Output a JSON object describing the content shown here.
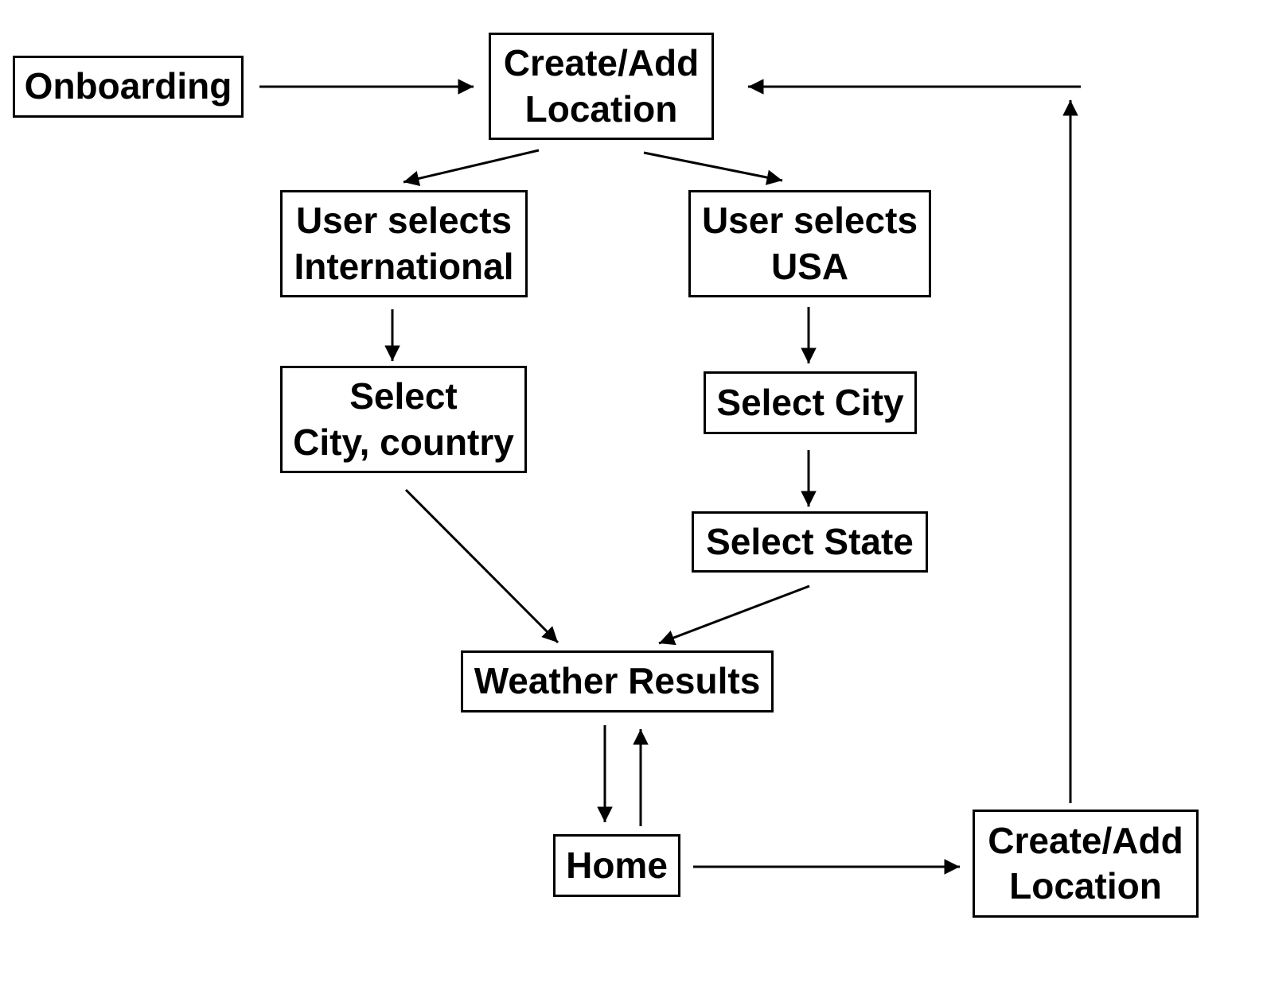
{
  "diagram": {
    "type": "flowchart",
    "line_color": "#000000",
    "nodes": {
      "onboarding": "Onboarding",
      "create_add_location_top": "Create/Add\nLocation",
      "user_selects_international": "User selects\nInternational",
      "user_selects_usa": "User selects\nUSA",
      "select_city_country": "Select\nCity, country",
      "select_city": "Select City",
      "select_state": "Select State",
      "weather_results": "Weather Results",
      "home": "Home",
      "create_add_location_bottom": "Create/Add\nLocation"
    },
    "edges": [
      {
        "from": "Onboarding",
        "to": "Create/Add Location"
      },
      {
        "from": "Create/Add Location",
        "to": "User selects International"
      },
      {
        "from": "Create/Add Location",
        "to": "User selects USA"
      },
      {
        "from": "User selects International",
        "to": "Select City, country"
      },
      {
        "from": "User selects USA",
        "to": "Select City"
      },
      {
        "from": "Select City",
        "to": "Select State"
      },
      {
        "from": "Select City, country",
        "to": "Weather Results"
      },
      {
        "from": "Select State",
        "to": "Weather Results"
      },
      {
        "from": "Weather Results",
        "to": "Home"
      },
      {
        "from": "Home",
        "to": "Weather Results"
      },
      {
        "from": "Home",
        "to": "Create/Add Location"
      },
      {
        "from": "Create/Add Location",
        "to": "Create/Add Location"
      }
    ]
  }
}
